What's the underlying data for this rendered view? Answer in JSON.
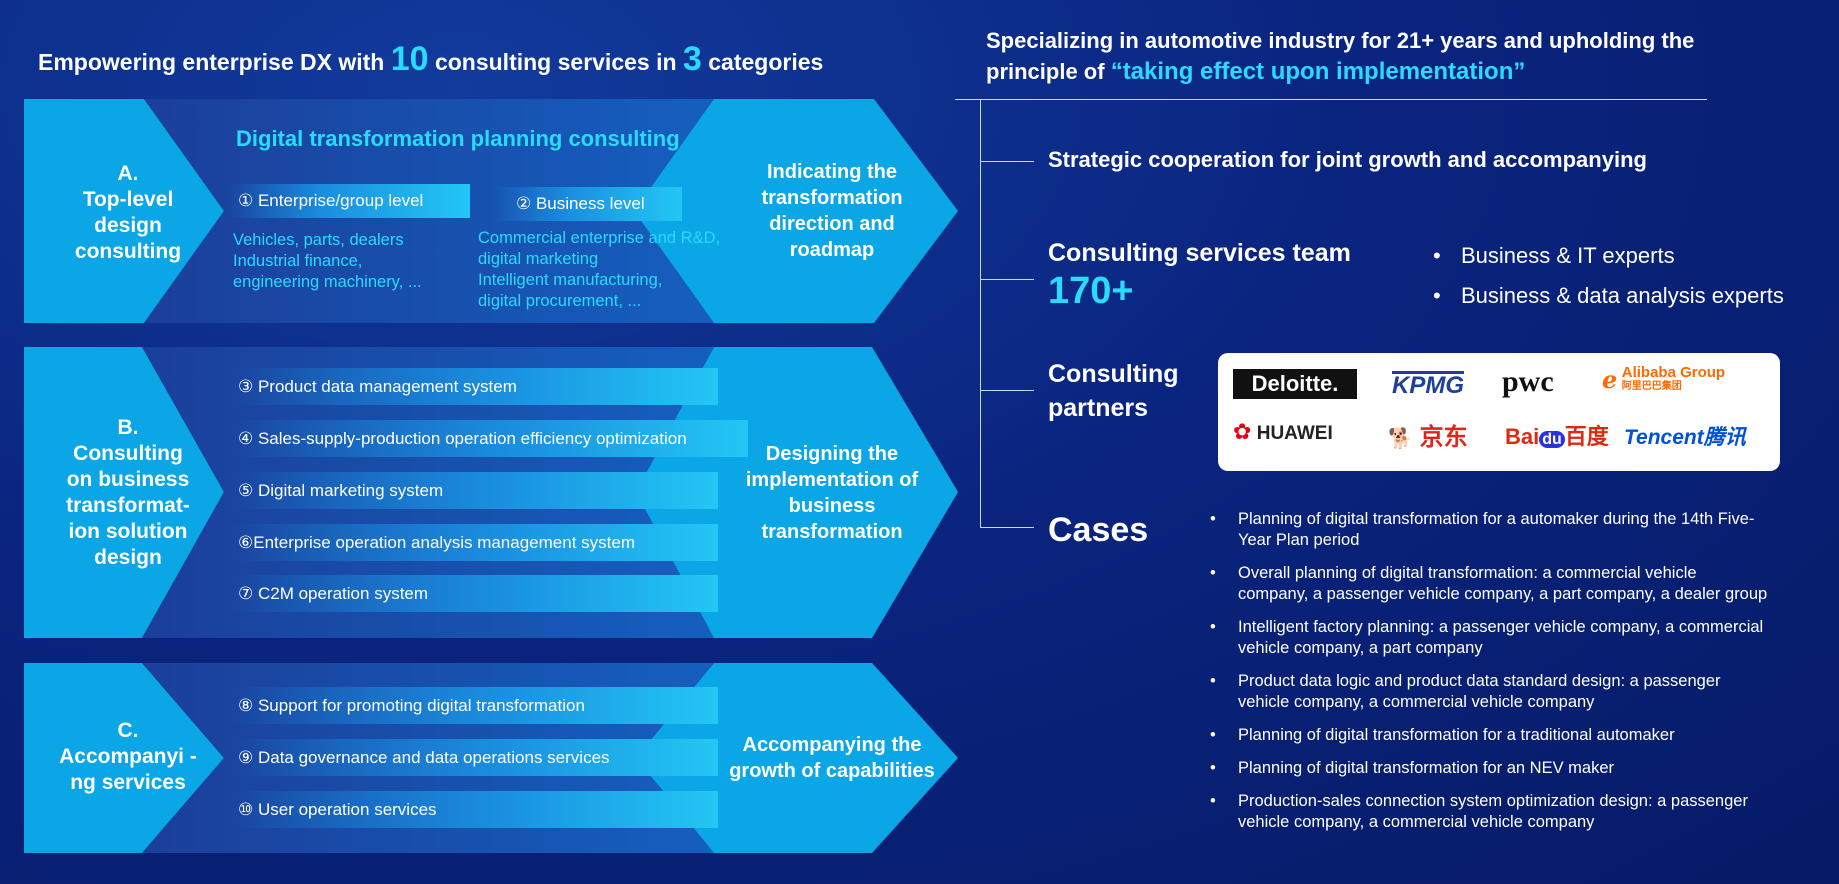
{
  "left_heading": {
    "pre": "Empowering enterprise DX with ",
    "num1": "10",
    "mid": " consulting services in ",
    "num2": "3",
    "post": " categories"
  },
  "rows": {
    "a": {
      "label": [
        "A.",
        "Top-level",
        "design",
        "consulting"
      ],
      "plan_title": "Digital transformation planning consulting",
      "level1": "① Enterprise/group level",
      "level1_desc": [
        "Vehicles, parts, dealers",
        "Industrial finance,",
        "engineering machinery, ..."
      ],
      "level2": "② Business level",
      "level2_desc": [
        "Commercial enterprise and R&D,",
        "digital marketing",
        "Intelligent manufacturing,",
        "digital procurement, ..."
      ],
      "right": [
        "Indicating the",
        "transformation",
        "direction and",
        "roadmap"
      ]
    },
    "b": {
      "label": [
        "B.",
        "Consulting",
        "on business",
        "transformat-",
        "ion solution",
        "design"
      ],
      "services": [
        "③ Product data management system",
        "④ Sales-supply-production operation efficiency optimization",
        "⑤ Digital marketing system",
        "⑥Enterprise operation analysis management system",
        "⑦ C2M operation system"
      ],
      "right": [
        "Designing the",
        "implementation of",
        "business",
        "transformation"
      ]
    },
    "c": {
      "label": [
        "C.",
        "Accompanyi -",
        "ng services"
      ],
      "services": [
        "⑧ Support for promoting digital transformation",
        "⑨ Data governance and data operations services",
        "⑩ User operation services"
      ],
      "right": [
        "Accompanying the",
        "growth of capabilities"
      ]
    }
  },
  "right_heading": {
    "line1": "Specializing in automotive industry for 21+ years and upholding the",
    "line2_pre": "principle of ",
    "line2_hl": "“taking effect upon implementation”"
  },
  "strategic": "Strategic cooperation for joint growth and accompanying",
  "team": {
    "title": "Consulting services team",
    "count": "170+",
    "experts": [
      "Business & IT experts",
      "Business & data analysis experts"
    ]
  },
  "partners": {
    "title": [
      "Consulting",
      "partners"
    ],
    "logos": [
      "Deloitte.",
      "KPMG",
      "pwc",
      "Alibaba Group",
      "阿里巴巴集团",
      "HUAWEI",
      "京东",
      "Bai",
      "du",
      "百度",
      "Tencent",
      "腾讯"
    ]
  },
  "cases": {
    "title": "Cases",
    "items": [
      [
        "Planning of digital transformation for a automaker during the 14th Five-",
        "Year Plan period"
      ],
      [
        "Overall planning of digital transformation: a commercial vehicle",
        "company, a passenger vehicle company, a part company, a dealer group"
      ],
      [
        "Intelligent factory planning: a passenger vehicle company, a commercial",
        "vehicle company, a part company"
      ],
      [
        "Product data logic and product data standard design: a passenger",
        "vehicle company, a commercial vehicle company"
      ],
      [
        "Planning of digital transformation for a traditional automaker"
      ],
      [
        "Planning of digital transformation for an NEV maker"
      ],
      [
        "Production-sales connection system optimization design: a passenger",
        "vehicle company, a commercial vehicle company"
      ]
    ]
  },
  "colors": {
    "accent": "#29dbff",
    "band_dark": "#154aa6",
    "band_light": "#0aa6e6",
    "background": "#0a2580"
  }
}
